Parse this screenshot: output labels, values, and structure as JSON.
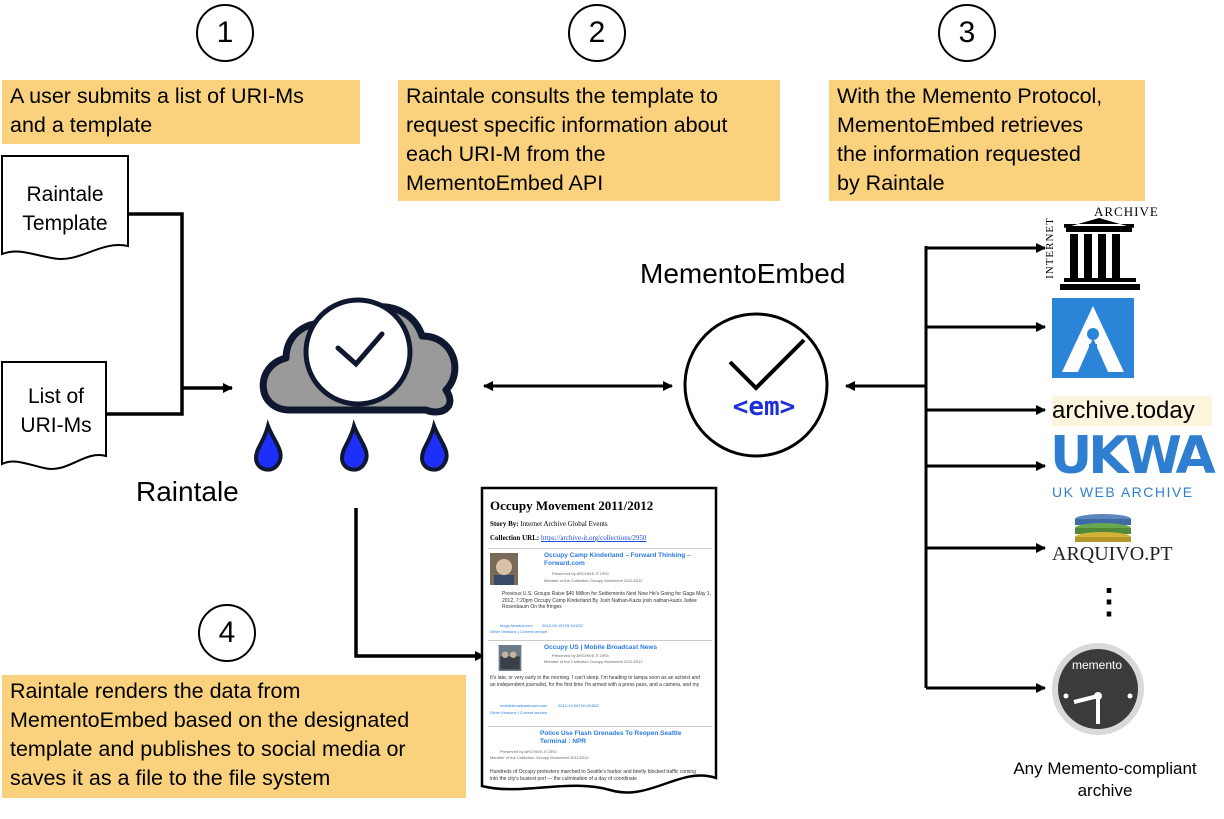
{
  "steps": {
    "s1": "1",
    "s2": "2",
    "s3": "3",
    "s4": "4"
  },
  "notes": {
    "n1": [
      "A user submits a list of URI-Ms",
      "and a template"
    ],
    "n2": [
      "Raintale consults the template to",
      "request specific information about",
      "each URI-M from the",
      "MementoEmbed API"
    ],
    "n3": [
      "With the Memento Protocol,",
      "MementoEmbed retrieves",
      "the information requested",
      "by Raintale"
    ],
    "n4": [
      "Raintale renders the data from",
      "MementoEmbed based on the designated",
      "template and publishes to social media or",
      "saves it as a file to the file system"
    ]
  },
  "documents": {
    "template": [
      "Raintale",
      "Template"
    ],
    "urims": [
      "List of",
      "URI-Ms"
    ]
  },
  "labels": {
    "raintale": "Raintale",
    "mementoembed": "MementoEmbed",
    "em_logo": "<em>"
  },
  "archives": {
    "internet_archive_top": "ARCHIVE",
    "internet_archive_side": "INTERNET",
    "archive_today": "archive.today",
    "ukwa": "UKWA",
    "ukwa_sub": "UK WEB ARCHIVE",
    "arquivo": "ARQUIVO.PT",
    "ellipsis": "⋮",
    "memento_clock": "memento",
    "caption": [
      "Any Memento-compliant",
      "archive"
    ]
  },
  "story_preview": {
    "title": "Occupy Movement 2011/2012",
    "story_by_label": "Story By:",
    "story_by": "Internet Archive Global Events",
    "collection_label": "Collection URL:",
    "collection_url": "https://archive-it.org/collections/2950",
    "cards": [
      {
        "title": "Occupy Camp Kinderland – Forward Thinking – Forward.com",
        "preserved": "Preserved by ARCHIVE-IT.ORG",
        "member": "Member of the Collection Occupy Movement 2011/2012",
        "text": "Previous U.S. Groups Raise $40 Million for Settlements Next Now He's Going for Gaga May 1, 2012, 7:20pm Occupy Camp Kinderland By Josh Nathan-Kazis josh nathan-kazis Judee Rosenbaum On the fringes",
        "source": "blogs.forward.com",
        "date": "2012-05-15T05:34:03Z",
        "links": "Other Versions | Current version"
      },
      {
        "title": "Occupy US | Mobile Broadcast News",
        "preserved": "Preserved by ARCHIVE-IT.ORG",
        "member": "Member of the Collection Occupy Movement 2011/2012",
        "text": "It's late, or very early in the morning. I can't sleep. I'm heading to tampa soon as an activist and an independent journalist, for the first time I'm armed with a press pass, and a camera, and my",
        "source": "mobilebroadcastnews.com",
        "date": "2012-10-06T00:05:58Z",
        "links": "Other Versions | Current version"
      },
      {
        "title": "Police Use Flash Grenades To Reopen Seattle Terminal : NPR",
        "preserved": "Preserved by ARCHIVE-IT.ORG",
        "member": "Member of the Collection Occupy Movement 2011/2012",
        "text": "Hundreds of Occupy protesters marched to Seattle's harbor and briefly blocked traffic coming into the city's busiest port — the culmination of a day of coordinate"
      }
    ]
  }
}
